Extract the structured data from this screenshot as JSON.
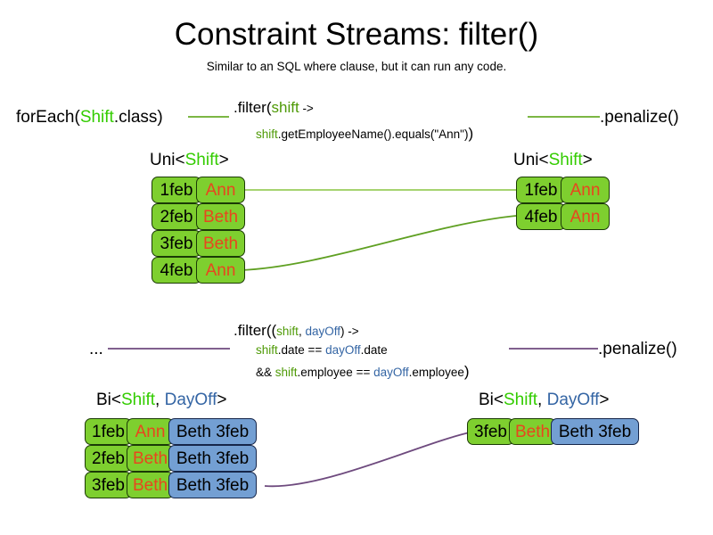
{
  "slide": {
    "title": "Constraint Streams: filter()",
    "subtitle": "Similar to an SQL where clause, but it can run any code."
  },
  "uni_example": {
    "source": {
      "prefix": "forEach(",
      "type": "Shift",
      "suffix": ".class)"
    },
    "filter": {
      "line1_method": ".filter(",
      "line1_var": "shift",
      "line1_arrow": " ->",
      "line2_var": "shift",
      "line2_body": ".getEmployeeName().equals(\"Ann\")",
      "line2_close": ")"
    },
    "sink": ".penalize()",
    "input_label": {
      "prefix": "Uni<",
      "type": "Shift",
      "suffix": ">"
    },
    "output_label": {
      "prefix": "Uni<",
      "type": "Shift",
      "suffix": ">"
    },
    "input_tuples": [
      {
        "date": "1feb",
        "name": "Ann"
      },
      {
        "date": "2feb",
        "name": "Beth"
      },
      {
        "date": "3feb",
        "name": "Beth"
      },
      {
        "date": "4feb",
        "name": "Ann"
      }
    ],
    "output_tuples": [
      {
        "date": "1feb",
        "name": "Ann"
      },
      {
        "date": "4feb",
        "name": "Ann"
      }
    ]
  },
  "bi_example": {
    "source": "...",
    "filter": {
      "line1_method": ".filter((",
      "line1_var1": "shift",
      "line1_comma": ", ",
      "line1_var2": "dayOff",
      "line1_arrow": ") ->",
      "line2_var1": "shift",
      "line2_mid": ".date == ",
      "line2_var2": "dayOff",
      "line2_end": ".date",
      "line3_and": "&& ",
      "line3_var1": "shift",
      "line3_mid": ".employee == ",
      "line3_var2": "dayOff",
      "line3_end": ".employee",
      "line3_close": ")"
    },
    "sink": ".penalize()",
    "input_label": {
      "prefix": "Bi<",
      "type1": "Shift",
      "comma": ", ",
      "type2": "DayOff",
      "suffix": ">"
    },
    "output_label": {
      "prefix": "Bi<",
      "type1": "Shift",
      "comma": ", ",
      "type2": "DayOff",
      "suffix": ">"
    },
    "input_tuples": [
      {
        "date": "1feb",
        "name": "Ann",
        "dayoff": "Beth 3feb"
      },
      {
        "date": "2feb",
        "name": "Beth",
        "dayoff": "Beth 3feb"
      },
      {
        "date": "3feb",
        "name": "Beth",
        "dayoff": "Beth 3feb"
      }
    ],
    "output_tuples": [
      {
        "date": "3feb",
        "name": "Beth",
        "dayoff": "Beth 3feb"
      }
    ]
  },
  "colors": {
    "green_fill": "#7ECF2F",
    "green_border": "#1B3A06",
    "blue_fill": "#739FD3",
    "blue_border": "#16264A",
    "name_text": "#E8461E",
    "lambda_green": "#4E9A06",
    "type_green": "#33CC00",
    "type_blue": "#3465A4",
    "connector_green": "#6AAD2A",
    "connector_purple": "#6E4A7E"
  }
}
